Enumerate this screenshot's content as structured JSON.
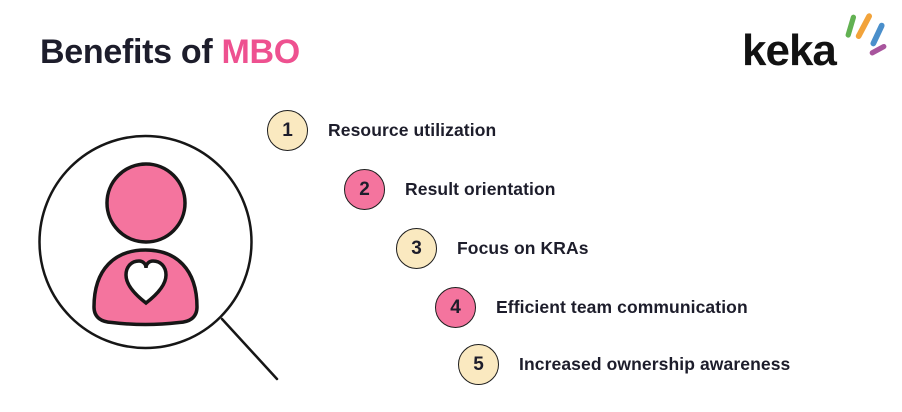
{
  "title": {
    "prefix": "Benefits of ",
    "highlight": "MBO"
  },
  "logo": {
    "wordmark": "keka",
    "spark_colors": [
      "#62B152",
      "#F2A33A",
      "#4A8FCB",
      "#A8559D"
    ]
  },
  "illustration": {
    "name": "person-in-magnifying-glass",
    "person_color": "#F4749E",
    "heart_color": "#FFFFFF",
    "outline_color": "#161616"
  },
  "benefits": [
    {
      "number": "1",
      "label": "Resource utilization",
      "badge_color": "#FAE9C0"
    },
    {
      "number": "2",
      "label": "Result orientation",
      "badge_color": "#F4749E"
    },
    {
      "number": "3",
      "label": "Focus on KRAs",
      "badge_color": "#FAE9C0"
    },
    {
      "number": "4",
      "label": "Efficient team communication",
      "badge_color": "#F4749E"
    },
    {
      "number": "5",
      "label": "Increased ownership awareness",
      "badge_color": "#FAE9C0"
    }
  ],
  "colors": {
    "background": "#FFFFFF",
    "text_dark": "#1D1D2B",
    "accent_pink": "#EE5190",
    "badge_cream": "#FAE9C0",
    "badge_pink": "#F4749E"
  }
}
